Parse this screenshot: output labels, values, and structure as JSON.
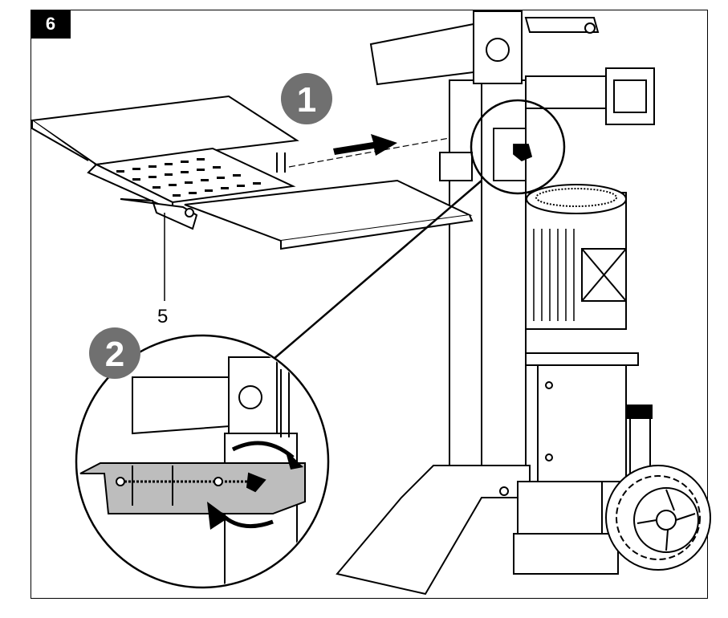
{
  "figure": {
    "number": "6"
  },
  "steps": [
    {
      "label": "1"
    },
    {
      "label": "2"
    }
  ],
  "callouts": [
    {
      "label": "5"
    }
  ],
  "colors": {
    "line": "#000000",
    "badge": "#000000",
    "step_circle": "#707070",
    "highlight": "#bdbdbd"
  }
}
